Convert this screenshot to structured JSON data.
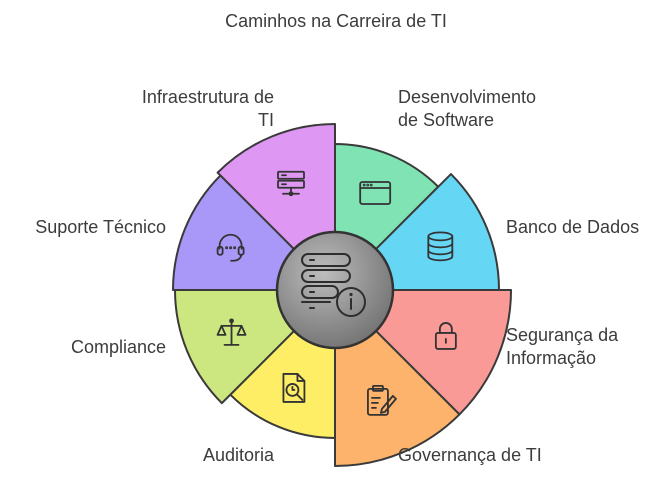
{
  "title": "Caminhos na Carreira de TI",
  "segments": [
    {
      "id": "desenvolvimento",
      "label": [
        "Desenvolvimento",
        "de Software"
      ],
      "color": "#7fe3b4",
      "icon": "browser-window-icon"
    },
    {
      "id": "banco-de-dados",
      "label": [
        "Banco de Dados"
      ],
      "color": "#66d6f5",
      "icon": "database-icon"
    },
    {
      "id": "seguranca",
      "label": [
        "Segurança da",
        "Informação"
      ],
      "color": "#fa9a96",
      "icon": "padlock-icon"
    },
    {
      "id": "governanca",
      "label": [
        "Governança de TI"
      ],
      "color": "#fdb36b",
      "icon": "clipboard-pen-icon"
    },
    {
      "id": "auditoria",
      "label": [
        "Auditoria"
      ],
      "color": "#fdee66",
      "icon": "document-search-icon"
    },
    {
      "id": "compliance",
      "label": [
        "Compliance"
      ],
      "color": "#cce77f",
      "icon": "scales-icon"
    },
    {
      "id": "suporte",
      "label": [
        "Suporte Técnico"
      ],
      "color": "#a998f7",
      "icon": "headset-icon"
    },
    {
      "id": "infraestrutura",
      "label": [
        "Infraestrutura de",
        "TI"
      ],
      "color": "#de97f3",
      "icon": "server-rack-icon"
    }
  ],
  "center": {
    "icon": "server-info-icon"
  }
}
